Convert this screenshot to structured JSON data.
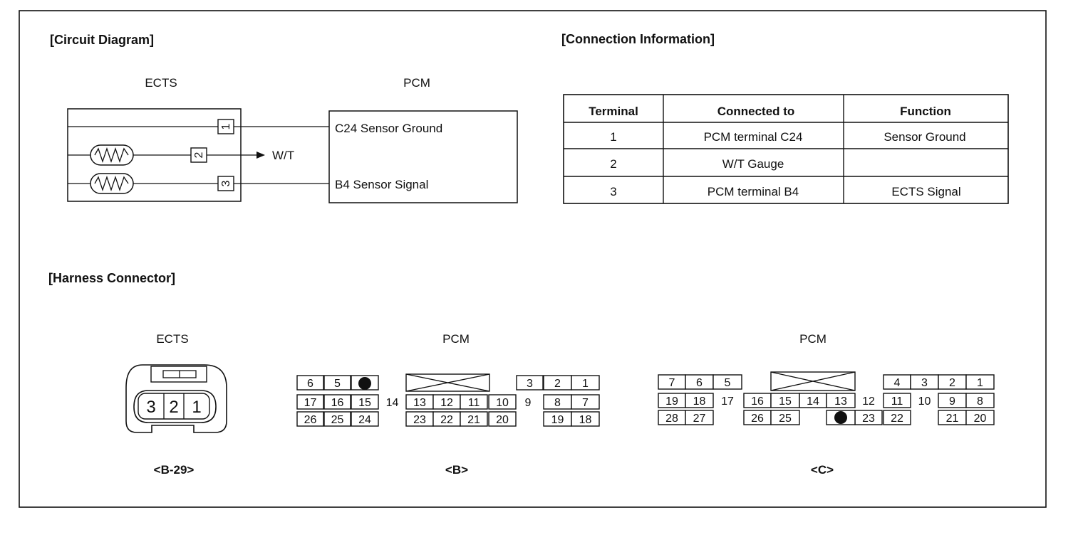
{
  "headings": {
    "circuit": "[Circuit Diagram]",
    "connection": "[Connection Information]",
    "harness": "[Harness Connector]"
  },
  "circuit": {
    "ects_label": "ECTS",
    "pcm_label": "PCM",
    "pins": [
      "1",
      "2",
      "3"
    ],
    "pcm_lines": [
      "C24 Sensor Ground",
      "B4 Sensor Signal"
    ],
    "wt_label": "W/T"
  },
  "table": {
    "headers": [
      "Terminal",
      "Connected to",
      "Function"
    ],
    "rows": [
      [
        "1",
        "PCM terminal C24",
        "Sensor Ground"
      ],
      [
        "2",
        "W/T Gauge",
        ""
      ],
      [
        "3",
        "PCM terminal B4",
        "ECTS Signal"
      ]
    ]
  },
  "harness": {
    "ects": {
      "title": "ECTS",
      "pins": [
        "3",
        "2",
        "1"
      ],
      "caption": "<B-29>"
    },
    "pcm_b": {
      "title": "PCM",
      "caption": "<B>",
      "row1": [
        "6",
        "5",
        "3",
        "2",
        "1"
      ],
      "row2": [
        "17",
        "16",
        "15",
        "14",
        "13",
        "12",
        "11",
        "10",
        "9",
        "8",
        "7"
      ],
      "row3": [
        "26",
        "25",
        "24",
        "23",
        "22",
        "21",
        "20",
        "19",
        "18"
      ]
    },
    "pcm_c": {
      "title": "PCM",
      "caption": "<C>",
      "row1": [
        "7",
        "6",
        "5",
        "4",
        "3",
        "2",
        "1"
      ],
      "row2": [
        "19",
        "18",
        "17",
        "16",
        "15",
        "14",
        "13",
        "12",
        "11",
        "10",
        "9",
        "8"
      ],
      "row3": [
        "28",
        "27",
        "26",
        "25",
        "23",
        "22",
        "21",
        "20"
      ]
    }
  }
}
